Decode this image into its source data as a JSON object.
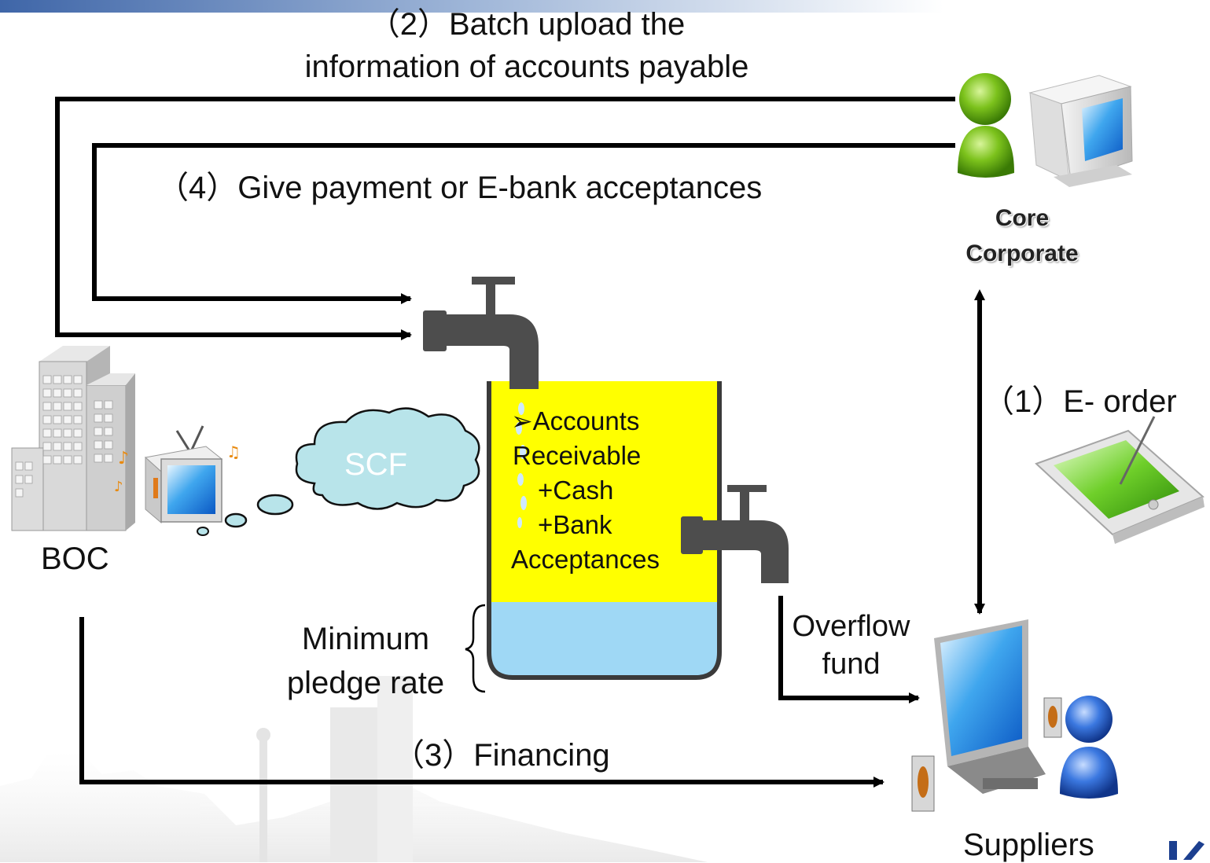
{
  "steps": {
    "batch_upload_line1": "（2）Batch upload the",
    "batch_upload_line2": "information of accounts payable",
    "give_payment": "（4）Give payment or E-bank acceptances",
    "e_order": "（1）E- order",
    "financing": "（3）Financing"
  },
  "actors": {
    "core_line1": "Core",
    "core_line2": "Corporate",
    "boc": "BOC",
    "suppliers": "Suppliers"
  },
  "cloud": {
    "label": "SCF"
  },
  "tank": {
    "line1": "➢Accounts",
    "line2": "Receivable",
    "line3": "+Cash",
    "line4": "+Bank",
    "line5": "Acceptances"
  },
  "minimum_pledge": {
    "line1": "Minimum",
    "line2": "pledge rate"
  },
  "overflow": {
    "line1": "Overflow",
    "line2": "fund"
  },
  "colors": {
    "tank_yellow": "#ffff00",
    "tank_water": "#9fd8f5",
    "cloud_fill": "#b8e4ea",
    "faucet": "#4d4d4d",
    "header_bar": "#5b7fb8",
    "arrow": "#000000"
  },
  "icons": [
    "building-icon",
    "tv-icon",
    "cloud-icon",
    "faucet-icon",
    "person-icon",
    "monitor-icon",
    "tablet-icon",
    "speaker-icon"
  ]
}
